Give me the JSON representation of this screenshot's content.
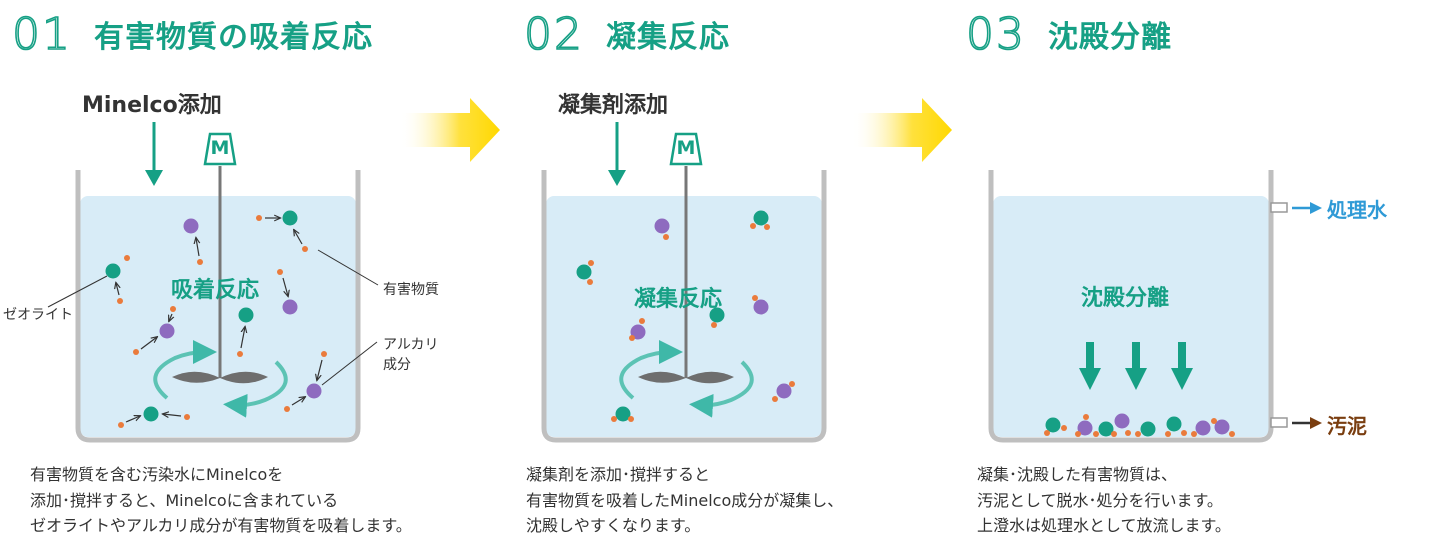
{
  "colors": {
    "teal": "#16a085",
    "purple": "#8e6bbf",
    "orange": "#ea7b3c",
    "water": "#d8ecf7",
    "tank": "#bfbfbf",
    "arrow_yellow": "#ffe13d",
    "treated": "#2f9ad6",
    "sludge": "#7a3e10"
  },
  "steps": [
    {
      "num": "01",
      "title": "有害物質の吸着反応",
      "add_label": "Minelco添加",
      "center_label": "吸着反応",
      "desc": [
        "有害物質を含む汚染水にMinelcoを",
        "添加･撹拌すると、Minelcoに含まれている",
        "ゼオライトやアルカリ成分が有害物質を吸着します。"
      ]
    },
    {
      "num": "02",
      "title": "凝集反応",
      "add_label": "凝集剤添加",
      "center_label": "凝集反応",
      "desc": [
        "凝集剤を添加･撹拌すると",
        "有害物質を吸着したMinelco成分が凝集し、",
        "沈殿しやすくなります。"
      ]
    },
    {
      "num": "03",
      "title": "沈殿分離",
      "center_label": "沈殿分離",
      "desc": [
        "凝集･沈殿した有害物質は、",
        "汚泥として脱水･処分を行います。",
        "上澄水は処理水として放流します。"
      ]
    }
  ],
  "motor_label": "M",
  "callouts": {
    "harmful": "有害物質",
    "zeolite": "ゼオライト",
    "alkali": [
      "アルカリ",
      "成分"
    ]
  },
  "outputs": {
    "treated_water": "処理水",
    "sludge": "汚泥"
  }
}
